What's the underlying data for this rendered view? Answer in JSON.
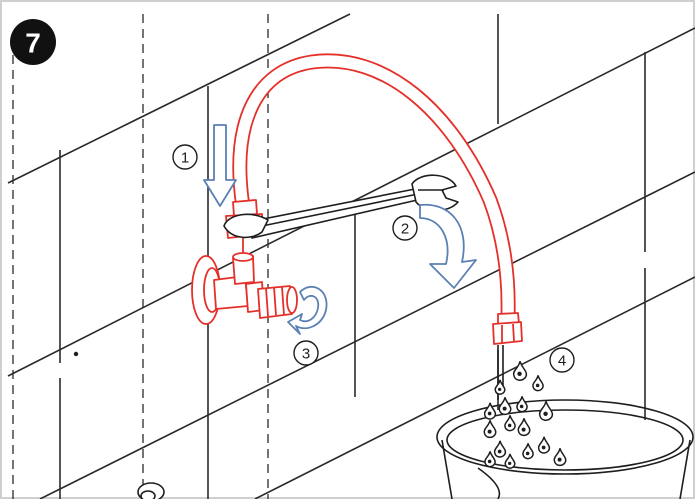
{
  "step": {
    "number": "7"
  },
  "callouts": [
    {
      "id": "1",
      "label": "1"
    },
    {
      "id": "2",
      "label": "2"
    },
    {
      "id": "3",
      "label": "3"
    },
    {
      "id": "4",
      "label": "4"
    }
  ],
  "colors": {
    "part_highlight": "#e5302a",
    "motion_arrow": "#5b80b4",
    "line_art": "#1e1e1e",
    "badge": "#111111",
    "frame": "#cfcfcf"
  },
  "icons": {
    "pipe": "flexible-hose",
    "valve": "angle-valve",
    "tool": "open-end-wrench",
    "container": "bucket",
    "liquid": "water-drops"
  }
}
